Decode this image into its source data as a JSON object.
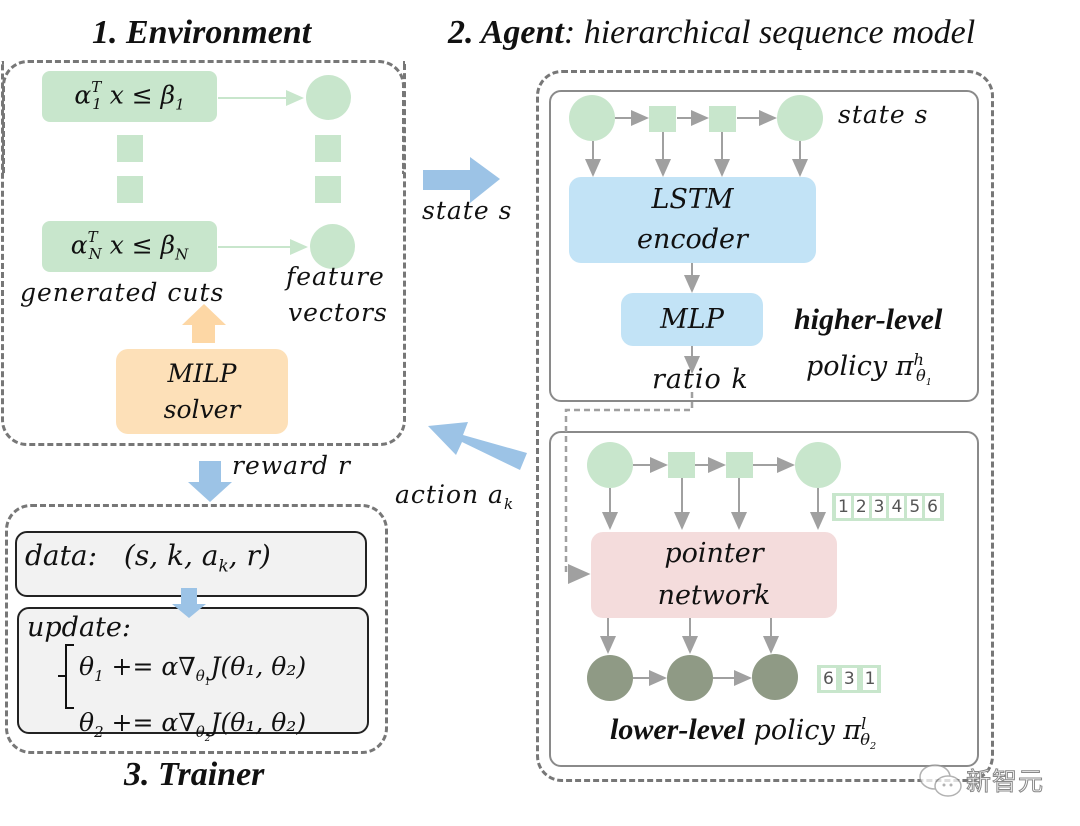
{
  "titles": {
    "environment": "1. Environment",
    "agent_bold": "2. Agent",
    "agent_rest": ": hierarchical sequence model",
    "trainer": "3. Trainer"
  },
  "environment": {
    "cut_first": {
      "alpha": "α",
      "sub": "1",
      "sup": "T",
      "rest": "x ≤ β",
      "beta_sub": "1"
    },
    "cut_last": {
      "alpha": "α",
      "sub": "N",
      "sup": "T",
      "rest": "x ≤ β",
      "beta_sub": "N"
    },
    "generated_cuts_label": "generated cuts",
    "feature_label_1": "feature",
    "feature_label_2": "vectors",
    "solver_line1": "MILP",
    "solver_line2": "solver"
  },
  "flows": {
    "state": "state s",
    "reward": "reward r",
    "action_prefix": "action a",
    "action_sub": "k"
  },
  "agent": {
    "higher": {
      "state_label": "state s",
      "encoder_line1": "LSTM",
      "encoder_line2": "encoder",
      "mlp_label": "MLP",
      "ratio_label": "ratio k",
      "level_label": "higher-level",
      "policy_prefix": "policy π",
      "policy_sup": "h",
      "policy_sub": "θ",
      "policy_subsub": "1"
    },
    "lower": {
      "pointer_line1": "pointer",
      "pointer_line2": "network",
      "input_indices": [
        "1",
        "2",
        "3",
        "4",
        "5",
        "6"
      ],
      "selected_indices": [
        "6",
        "3",
        "1"
      ],
      "level_label": "lower-level",
      "policy_prefix": " policy π",
      "policy_sup": "l",
      "policy_sub": "θ",
      "policy_subsub": "2"
    }
  },
  "trainer": {
    "data_label": "data:",
    "data_tuple": "(s, k, a",
    "data_tuple_sub": "k",
    "data_tuple_end": ", r)",
    "update_label": "update:",
    "eq1": {
      "lhs": "θ",
      "lhs_sub": "1",
      "op": " += α∇",
      "grad_sub": "θ",
      "grad_subsub": "1",
      "rhs": "J(θ₁, θ₂)"
    },
    "eq2": {
      "lhs": "θ",
      "lhs_sub": "2",
      "op": " += α∇",
      "grad_sub": "θ",
      "grad_subsub": "2",
      "rhs": "J(θ₁, θ₂)"
    }
  },
  "watermark": {
    "text": "新智元",
    "icon": "wechat-icon"
  },
  "colors": {
    "green": "#c8e6cc",
    "blue_box": "#c2e3f6",
    "blue_arrow": "#9cc3e6",
    "orange": "#fde0b8",
    "pink": "#f4dcdc",
    "dark_node": "#8f9a85",
    "dash": "#777777"
  }
}
